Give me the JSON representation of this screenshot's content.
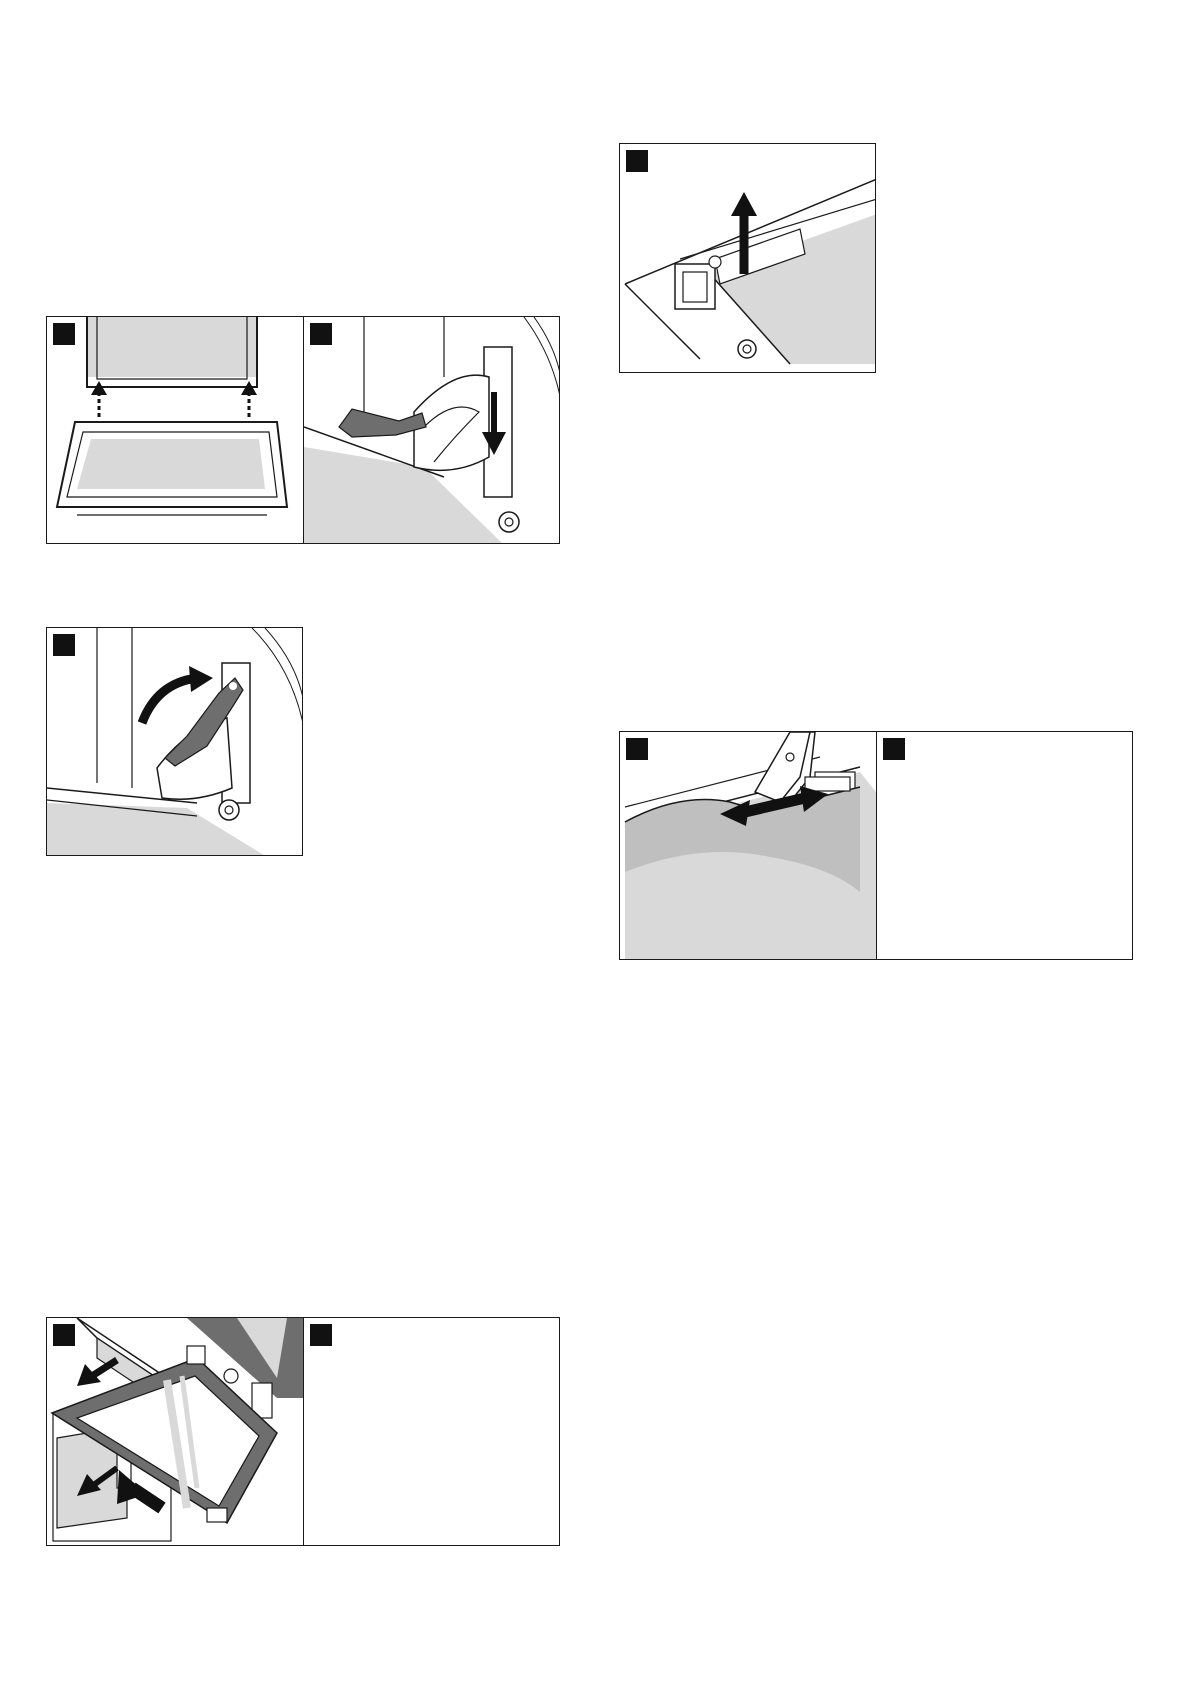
{
  "page": {
    "title": "",
    "figures": [
      {
        "id": "fig-a",
        "panels": 2
      },
      {
        "id": "fig-b",
        "panels": 1
      },
      {
        "id": "fig-c",
        "panels": 1
      },
      {
        "id": "fig-d",
        "panels": 2
      },
      {
        "id": "fig-e",
        "panels": 2
      }
    ]
  },
  "colors": {
    "line": "#1a1a1a",
    "grey_light": "#d9d9d9",
    "grey_mid": "#bfbfbf",
    "grey_dark": "#6e6e6e",
    "arrow": "#111111"
  }
}
